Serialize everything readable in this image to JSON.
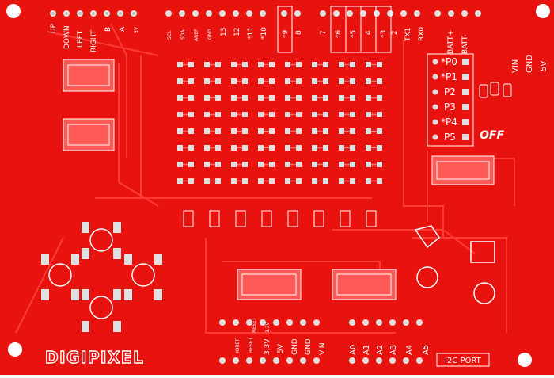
{
  "top_header_labels": [
    "UP",
    "DOWN",
    "LEFT",
    "RIGHT",
    "B",
    "A",
    "5V"
  ],
  "top_pin_labels": [
    "SCL",
    "SDA",
    "AREF",
    "GND",
    "13",
    "12",
    "*11",
    "*10",
    "*9",
    "8",
    "7",
    "*6",
    "*5",
    "4",
    "*3",
    "2",
    "TX1",
    "RX0"
  ],
  "right_top_labels": [
    "BATT+",
    "BATT-"
  ],
  "right_power_labels": [
    "VIN",
    "GND",
    "5V"
  ],
  "port_labels": [
    "*P0",
    "*P1",
    "P2",
    "P3",
    "*P4",
    "P5"
  ],
  "off_label": "OFF",
  "bottom_pin_labels": [
    "IOREF",
    "RESET",
    "3.3V",
    "5V",
    "GND",
    "GND",
    "VIN",
    "A0",
    "A1",
    "A2",
    "A3",
    "A4",
    "A5"
  ],
  "bottom_tiny_labels": [
    "RESET",
    "3.3V"
  ],
  "i2c_label": "I2C PORT",
  "logo_text": "DIGIPIXEL",
  "colors": {
    "board": "#e8130f",
    "trace": "#ff3b36",
    "copper": "#ff6a66",
    "pad": "#d9d9d9",
    "hole": "#ffffff",
    "silk": "#ffffff"
  }
}
